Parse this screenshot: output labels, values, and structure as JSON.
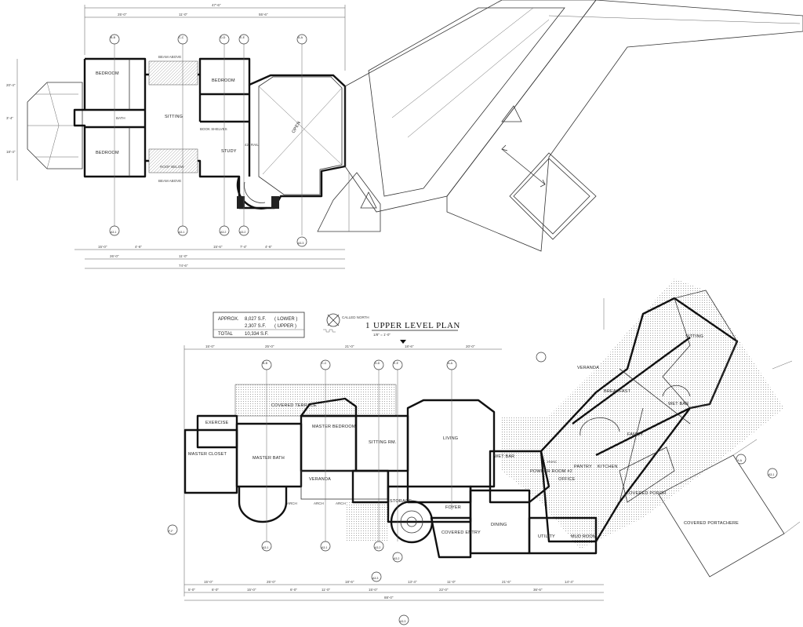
{
  "sheet": {
    "title_number": "1",
    "title": "UPPER LEVEL PLAN",
    "scale": "1/8\" = 1'-0\"",
    "north_label": "CALLED NORTH"
  },
  "area_table": {
    "rows": [
      {
        "label": "APPROX.",
        "value": "8,027 S.F.",
        "level": "( LOWER )"
      },
      {
        "label": "",
        "value": "2,307 S.F.",
        "level": "( UPPER )"
      },
      {
        "label": "TOTAL",
        "value": "10,334 S.F.",
        "level": ""
      }
    ]
  },
  "upper_plan": {
    "overall_dim": "47'-6\"",
    "bottom_dim": "74'-6\"",
    "rooms": {
      "bedroom_a": "BEDROOM",
      "bedroom_b": "BEDROOM",
      "bedroom_c": "BEDROOM",
      "sitting": "SITTING",
      "study": "STUDY",
      "open": "OPEN",
      "book_shelves": "BOOK SHELVES",
      "roof_below": "ROOF BELOW",
      "beam_above_a": "BEAM ABOVE",
      "beam_above_b": "BEAM ABOVE",
      "rail": "42\" RAIL",
      "bath": "BATH"
    },
    "dims_top": [
      "25'-0\"",
      "11'-0\"",
      "55'-6\""
    ],
    "dims_bottom": [
      "15'-0\"",
      "4'-6\"",
      "15'-6\"",
      "7'-4\"",
      "4'-6\""
    ],
    "dims_bottom2": [
      "26'-0\"",
      "11'-0\""
    ],
    "dims_left": [
      "20'-4\"",
      "3'-4\"",
      "18'-4\""
    ]
  },
  "main_plan": {
    "overall_dim": "88'-0\"",
    "rooms": {
      "exercise": "EXERCISE",
      "covered_terrace": "COVERED TERRACE",
      "master_bedroom": "MASTER BEDROOM",
      "sitting_rm": "SITTING RM.",
      "living": "LIVING",
      "master_closet": "MASTER CLOSET",
      "master_bath": "MASTER BATH",
      "veranda_a": "VERANDA",
      "veranda_b": "VERANDA",
      "storage": "STORAGE",
      "foyer": "FOYER",
      "covered_entry": "COVERED ENTRY",
      "dining": "DINING",
      "wet_bar_a": "WET BAR",
      "wet_bar_b": "WET BAR",
      "powder_room": "POWDER ROOM #2",
      "office": "OFFICE",
      "pantry": "PANTRY",
      "kitchen": "KITCHEN",
      "family": "FAMILY",
      "breakfast": "BREAKFAST",
      "sitting": "SITTING",
      "covered_porch": "COVERED PORCH",
      "utility": "UTILITY",
      "mud_room": "MUD ROOM",
      "covered_portachere": "COVERED PORTACHERE",
      "hvac": "HVAC",
      "arch_a": "ARCH",
      "arch_b": "ARCH",
      "arch_c": "ARCH"
    },
    "dims_top": [
      "15'-0\"",
      "25'-0\"",
      "21'-0\"",
      "18'-6\"",
      "20'-0\""
    ],
    "dims_bottom": [
      "15'-0\"",
      "25'-0\"",
      "18'-6\"",
      "13'-4\"",
      "11'-0\"",
      "21'-6\"",
      "14'-4\""
    ],
    "dims_bottom2": [
      "5'-0\"",
      "6'-0\"",
      "15'-0\"",
      "6'-0\"",
      "11'-0\"",
      "15'-0\"",
      "22'-0\"",
      "36'-6\""
    ]
  },
  "section_markers": [
    "B-B",
    "C-C",
    "D-D",
    "E-E",
    "A-A",
    "F-F"
  ],
  "sheet_refs": [
    "A3.1",
    "A3.2",
    "A3.3"
  ]
}
